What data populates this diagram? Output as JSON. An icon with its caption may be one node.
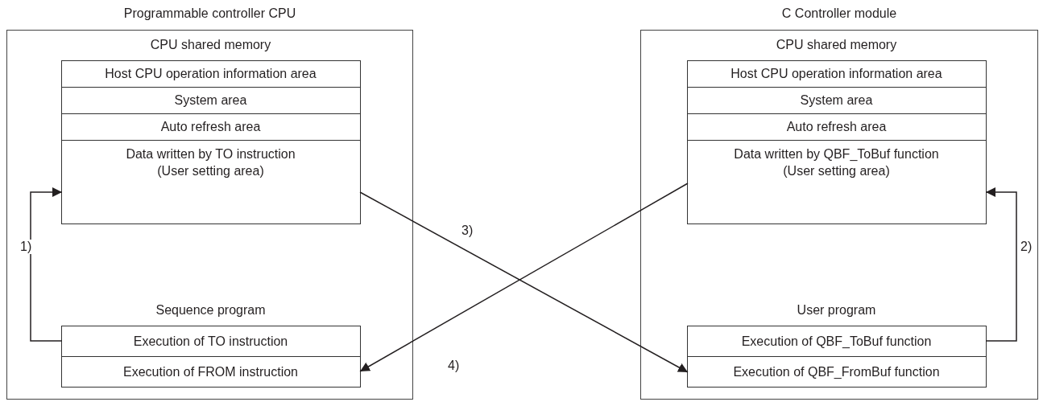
{
  "diagram": {
    "nodes": [
      {
        "text": [
          "Programmable controller CPU"
        ]
      },
      {
        "text": [
          "CPU shared memory"
        ],
        "in": 0
      },
      {
        "text": [
          "Host CPU operation information area"
        ],
        "in": 1
      },
      {
        "text": [
          "System area"
        ],
        "in": 1
      },
      {
        "text": [
          "Auto refresh area"
        ],
        "in": 1
      },
      {
        "text": [
          "Data written by TO instruction",
          "(User setting area)"
        ],
        "in": 1
      },
      {
        "text": [
          "Sequence program"
        ],
        "in": 0
      },
      {
        "text": [
          "Execution of TO instruction"
        ],
        "in": 6
      },
      {
        "text": [
          "Execution of FROM instruction"
        ],
        "in": 6
      },
      {
        "text": [
          "C Controller module"
        ]
      },
      {
        "text": [
          "CPU shared memory"
        ],
        "in": 9
      },
      {
        "text": [
          "Host CPU operation information area"
        ],
        "in": 10
      },
      {
        "text": [
          "System area"
        ],
        "in": 10
      },
      {
        "text": [
          "Auto refresh area"
        ],
        "in": 10
      },
      {
        "text": [
          "Data written by QBF_ToBuf function",
          "(User setting area)"
        ],
        "in": 10
      },
      {
        "text": [
          "User program"
        ],
        "in": 9
      },
      {
        "text": [
          "Execution of QBF_ToBuf function"
        ],
        "in": 15
      },
      {
        "text": [
          "Execution of QBF_FromBuf function"
        ],
        "in": 15
      }
    ],
    "edges": [
      {
        "from": 7,
        "to": 5,
        "arrow": "to",
        "label": "1)"
      },
      {
        "from": 16,
        "to": 14,
        "arrow": "to",
        "label": "2)"
      },
      {
        "from": 5,
        "to": 17,
        "arrow": "to",
        "label": "3)"
      },
      {
        "from": 14,
        "to": 8,
        "arrow": "to",
        "label": "4)"
      }
    ]
  }
}
